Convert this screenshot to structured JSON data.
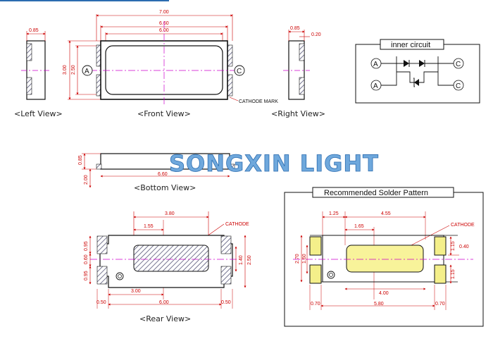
{
  "colors": {
    "dimension": "#cc0000",
    "centerline": "#cc00cc",
    "outline": "#111111",
    "hatch": "#555577",
    "watermark_fill": "#6fa8dc",
    "watermark_stroke": "#2b6cb0",
    "pad_yellow": "#f4ef8a",
    "led_white_yellow": "#f8f39a"
  },
  "views": {
    "left": "<Left View>",
    "front": "<Front View>",
    "right": "<Right View>",
    "bottom": "<Bottom View>",
    "rear": "<Rear View>"
  },
  "inner_circuit": {
    "title": "inner circuit",
    "anode": "A",
    "cathode": "C"
  },
  "front": {
    "w_700": "7.00",
    "w_660": "6.60",
    "w_600": "6.00",
    "h_300": "3.00",
    "h_250": "2.50",
    "anode": "A",
    "cathode": "C",
    "cathode_mark": "CATHODE MARK"
  },
  "left": {
    "w_085": "0.85"
  },
  "right": {
    "w_085": "0.85",
    "w_020": "0.20"
  },
  "bottom": {
    "h_085": "0.85",
    "h_200": "2.00",
    "w_660": "6.60"
  },
  "watermark": "SONGXIN LIGHT",
  "rear": {
    "w_380": "3.80",
    "w_155": "1.55",
    "cathode": "CATHODE",
    "h_095a": "0.95",
    "h_060": "0.60",
    "h_095b": "0.95",
    "h_140": "1.40",
    "h_250": "2.50",
    "w_300": "3.00",
    "w_050a": "0.50",
    "w_600": "6.00",
    "w_050b": "0.50"
  },
  "solder": {
    "title": "Recommended Solder Pattern",
    "w_125": "1.25",
    "w_455": "4.55",
    "w_165": "1.65",
    "cathode": "CATHODE",
    "h_270": "2.70",
    "h_160": "1.60",
    "h_115a": "1.15",
    "h_040": "0.40",
    "h_115b": "1.15",
    "w_400": "4.00",
    "w_070a": "0.70",
    "w_580": "5.80",
    "w_070b": "0.70"
  }
}
